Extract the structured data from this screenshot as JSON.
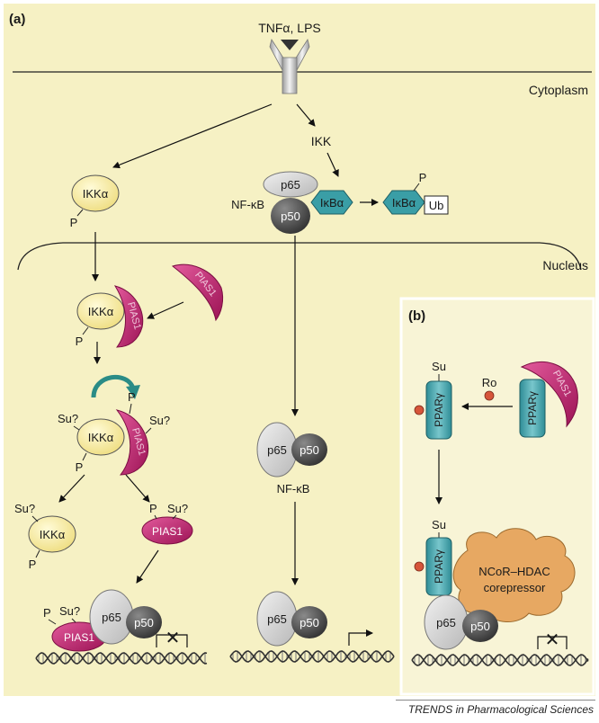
{
  "panels": {
    "a": "(a)",
    "b": "(b)"
  },
  "stimulus": "TNFα, LPS",
  "compartments": {
    "cytoplasm": "Cytoplasm",
    "nucleus": "Nucleus"
  },
  "molecules": {
    "ikk": "IKK",
    "ikka": "IKKα",
    "pias1": "PIAS1",
    "p65": "p65",
    "p50": "p50",
    "nfkb": "NF-κB",
    "ikba": "IκBα",
    "ub": "Ub",
    "ppar": "PPARγ",
    "ro": "Ro",
    "corepressor_line1": "NCoR–HDAC",
    "corepressor_line2": "corepressor"
  },
  "marks": {
    "phospho": "P",
    "sumo": "Su",
    "sumo_q": "Su?",
    "block": "✕"
  },
  "colors": {
    "background": "#f6f1c4",
    "ikka": "#f7ec9c",
    "pias1": "#c2226e",
    "p65": "#d6d6d6",
    "p50": "#555555",
    "ikba": "#3a9ea6",
    "ppar": "#4aa6b0",
    "corepressor": "#e7a862",
    "arrow": "#2a8c86",
    "ro": "#d6553a"
  },
  "credit": "TRENDS in Pharmacological Sciences"
}
